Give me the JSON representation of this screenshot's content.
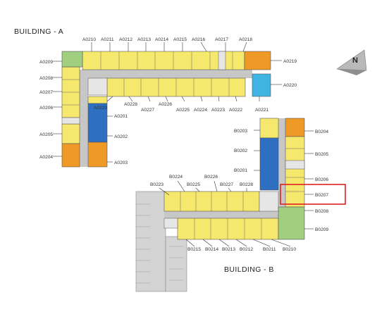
{
  "buildings": {
    "a": {
      "title": "BUILDING - A"
    },
    "b": {
      "title": "BUILDING - B"
    }
  },
  "compass": {
    "letter": "N"
  },
  "colors": {
    "yellow": "#f5e86d",
    "blue": "#2e6fc1",
    "orange": "#ef9a26",
    "green": "#9fcf7f",
    "cyan": "#3fb3e2",
    "corridor": "#c7c7c7",
    "parking": "#d4d4d4",
    "highlight": "#e02020"
  },
  "highlighted_unit": "B0207",
  "units": {
    "a_top_row": [
      "A0210",
      "A0211",
      "A0212",
      "A0213",
      "A0214",
      "A0215",
      "A0216",
      "A0217",
      "A0218"
    ],
    "a_bottom_row": [
      "A0229",
      "A0228",
      "A0227",
      "A0226",
      "A0225",
      "A0224",
      "A0223",
      "A0222",
      "A0221"
    ],
    "a_left_col": [
      "A0209",
      "A0208",
      "A0207",
      "A0206",
      "A0205",
      "A0204"
    ],
    "a_inner_col": [
      "A0201",
      "A0202",
      "A0203"
    ],
    "a_right": [
      "A0219",
      "A0220"
    ],
    "b_left_col": [
      "B0203",
      "B0202",
      "B0201"
    ],
    "b_right_col": [
      "B0204",
      "B0205",
      "B0206",
      "B0207",
      "B0208",
      "B0209"
    ],
    "b_top_row": [
      "B0223",
      "B0224",
      "B0225",
      "B0226",
      "B0227",
      "B0228"
    ],
    "b_bottom_row": [
      "B0215",
      "B0214",
      "B0213",
      "B0212",
      "B0211",
      "B0210"
    ]
  }
}
